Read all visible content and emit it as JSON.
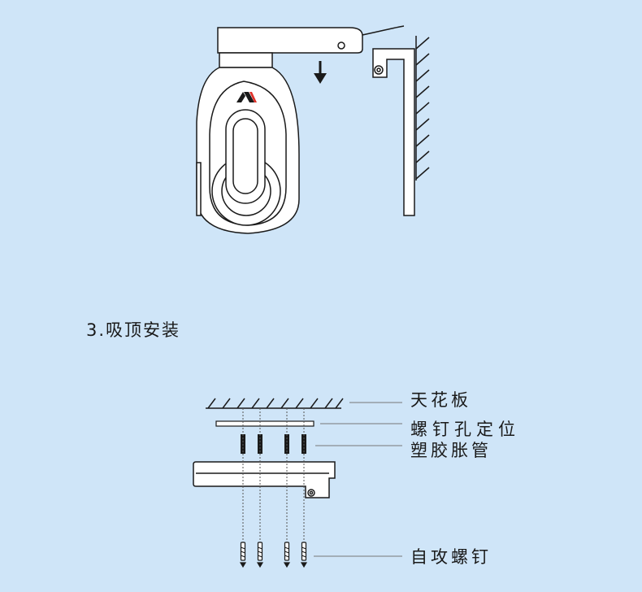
{
  "section": {
    "title": "3.吸顶安装"
  },
  "labels": {
    "ceiling": "天花板",
    "screw_hole_position": "螺钉孔定位",
    "plastic_anchor": "塑胶胀管",
    "tapping_screw": "自攻螺钉"
  },
  "icons": {
    "arrow": "arrow-down-icon",
    "logo": "brand-logo"
  },
  "colors": {
    "background": "#cfe5f8",
    "stroke": "#1a1a1a",
    "device_fill": "#ffffff"
  }
}
